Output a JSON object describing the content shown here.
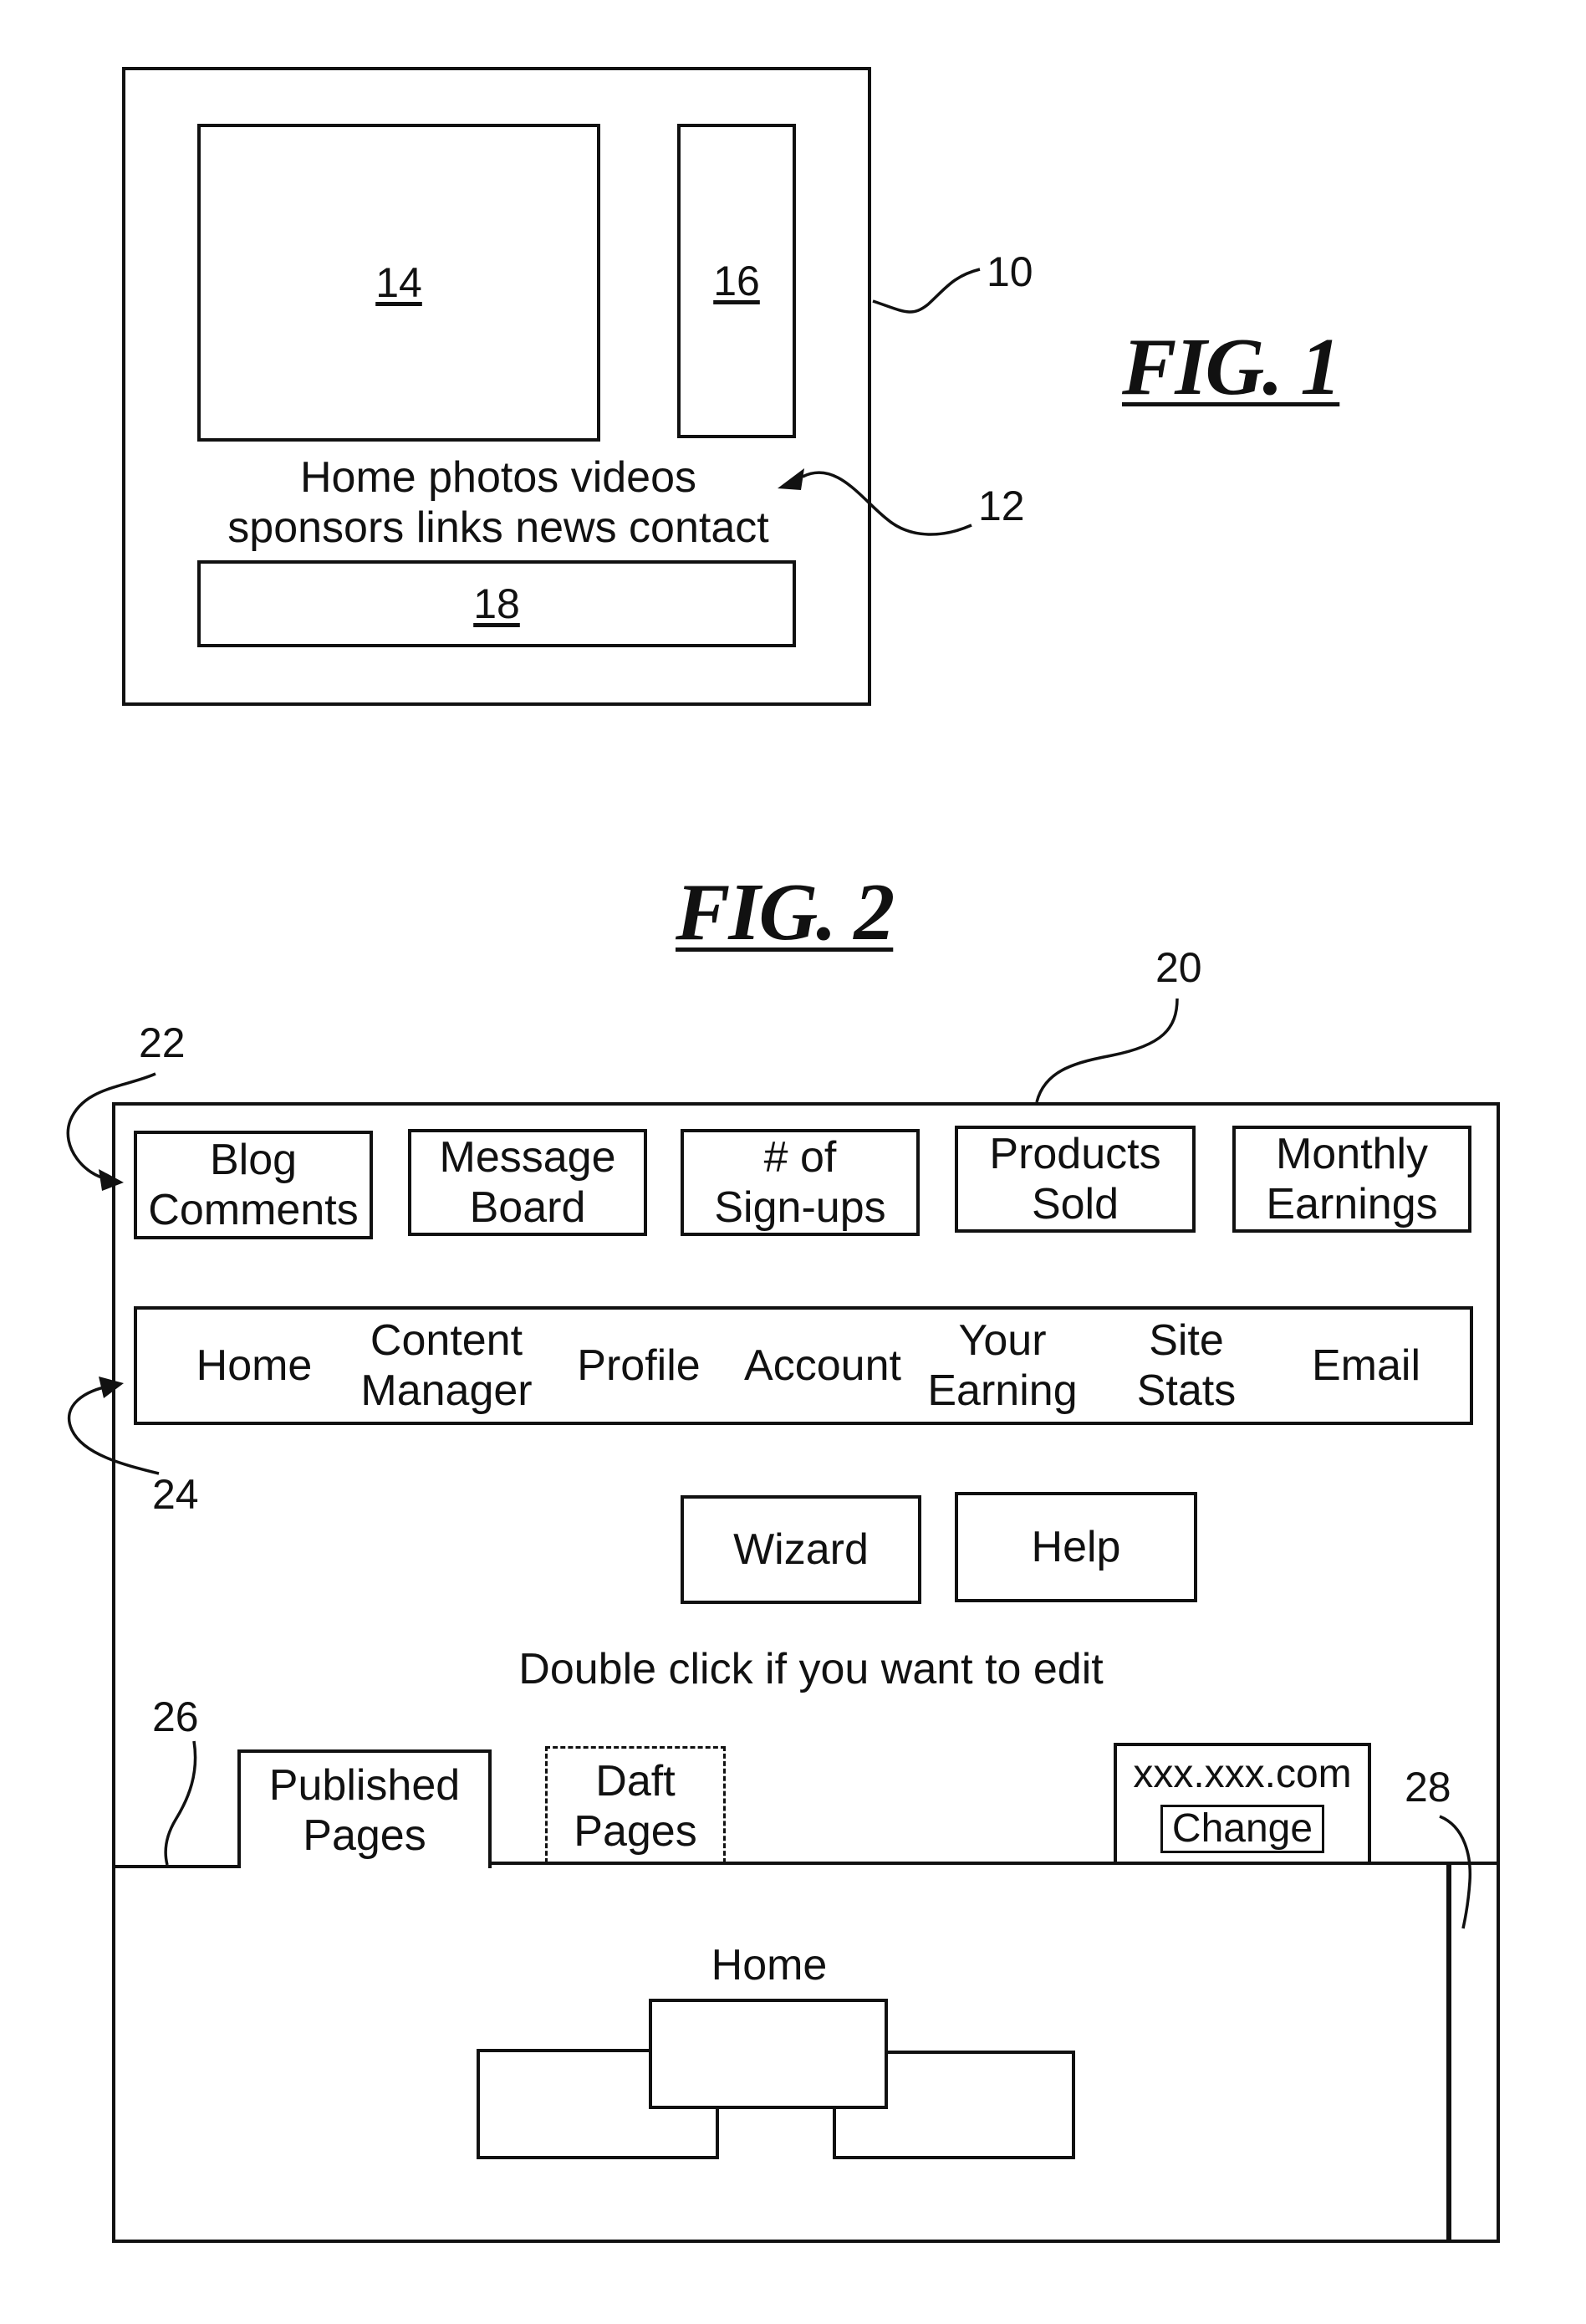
{
  "figure1": {
    "title": "FIG. 1",
    "refs": {
      "device": "10",
      "nav_menu": "12",
      "panel_a": "14",
      "panel_b": "16",
      "panel_c": "18"
    },
    "nav_line1": "Home photos videos",
    "nav_line2": "sponsors links news contact"
  },
  "figure2": {
    "title": "FIG. 2",
    "refs": {
      "screen": "20",
      "stats_row": "22",
      "nav_bar": "24",
      "tabs": "26",
      "scrollbar": "28"
    },
    "stats_tiles": [
      {
        "label": "Blog\nComments"
      },
      {
        "label": "Message\nBoard"
      },
      {
        "label": "# of\nSign-ups"
      },
      {
        "label": "Products\nSold"
      },
      {
        "label": "Monthly\nEarnings"
      }
    ],
    "nav_items": [
      {
        "label": "Home"
      },
      {
        "label": "Content\nManager"
      },
      {
        "label": "Profile"
      },
      {
        "label": "Account"
      },
      {
        "label": "Your\nEarning"
      },
      {
        "label": "Site\nStats"
      },
      {
        "label": "Email"
      }
    ],
    "wizard_label": "Wizard",
    "help_label": "Help",
    "instruction": "Double click if you want to edit",
    "tab_published": "Published\nPages",
    "tab_draft": "Daft\nPages",
    "domain": "xxx.xxx.com",
    "change_label": "Change",
    "sitemap_home": "Home"
  }
}
